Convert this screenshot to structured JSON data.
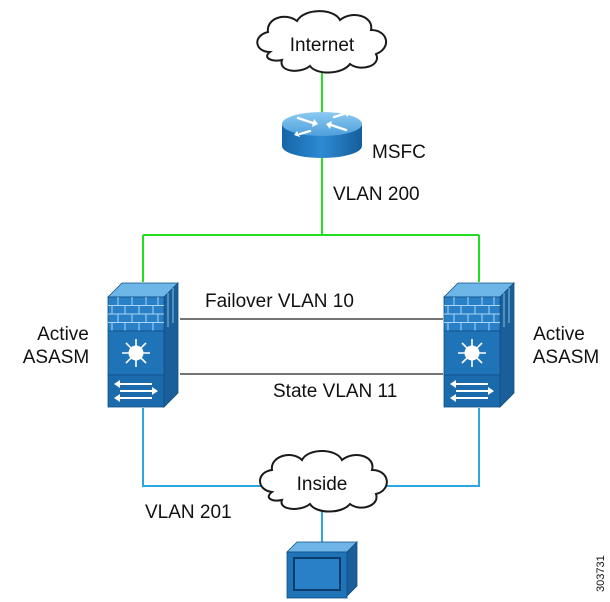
{
  "colors": {
    "uplink": "#22dd22",
    "inside": "#2aa7e0",
    "firewall_dark": "#1a70b4",
    "firewall_light": "#6fb6e8",
    "link_black": "#222222"
  },
  "labels": {
    "internet": "Internet",
    "msfc": "MSFC",
    "vlan_200": "VLAN 200",
    "failover_vlan": "Failover VLAN 10",
    "state_vlan": "State VLAN 11",
    "left_fw_line1": "Active",
    "left_fw_line2": "ASASM",
    "right_fw_line1": "Active",
    "right_fw_line2": "ASASM",
    "inside": "Inside",
    "vlan_201": "VLAN 201",
    "figure_id": "303731"
  },
  "icons": {
    "internet_cloud": "cloud-icon",
    "msfc": "router-icon",
    "left_firewall": "firewall-module-icon",
    "right_firewall": "firewall-module-icon",
    "inside_cloud": "cloud-icon",
    "host": "workstation-icon"
  }
}
